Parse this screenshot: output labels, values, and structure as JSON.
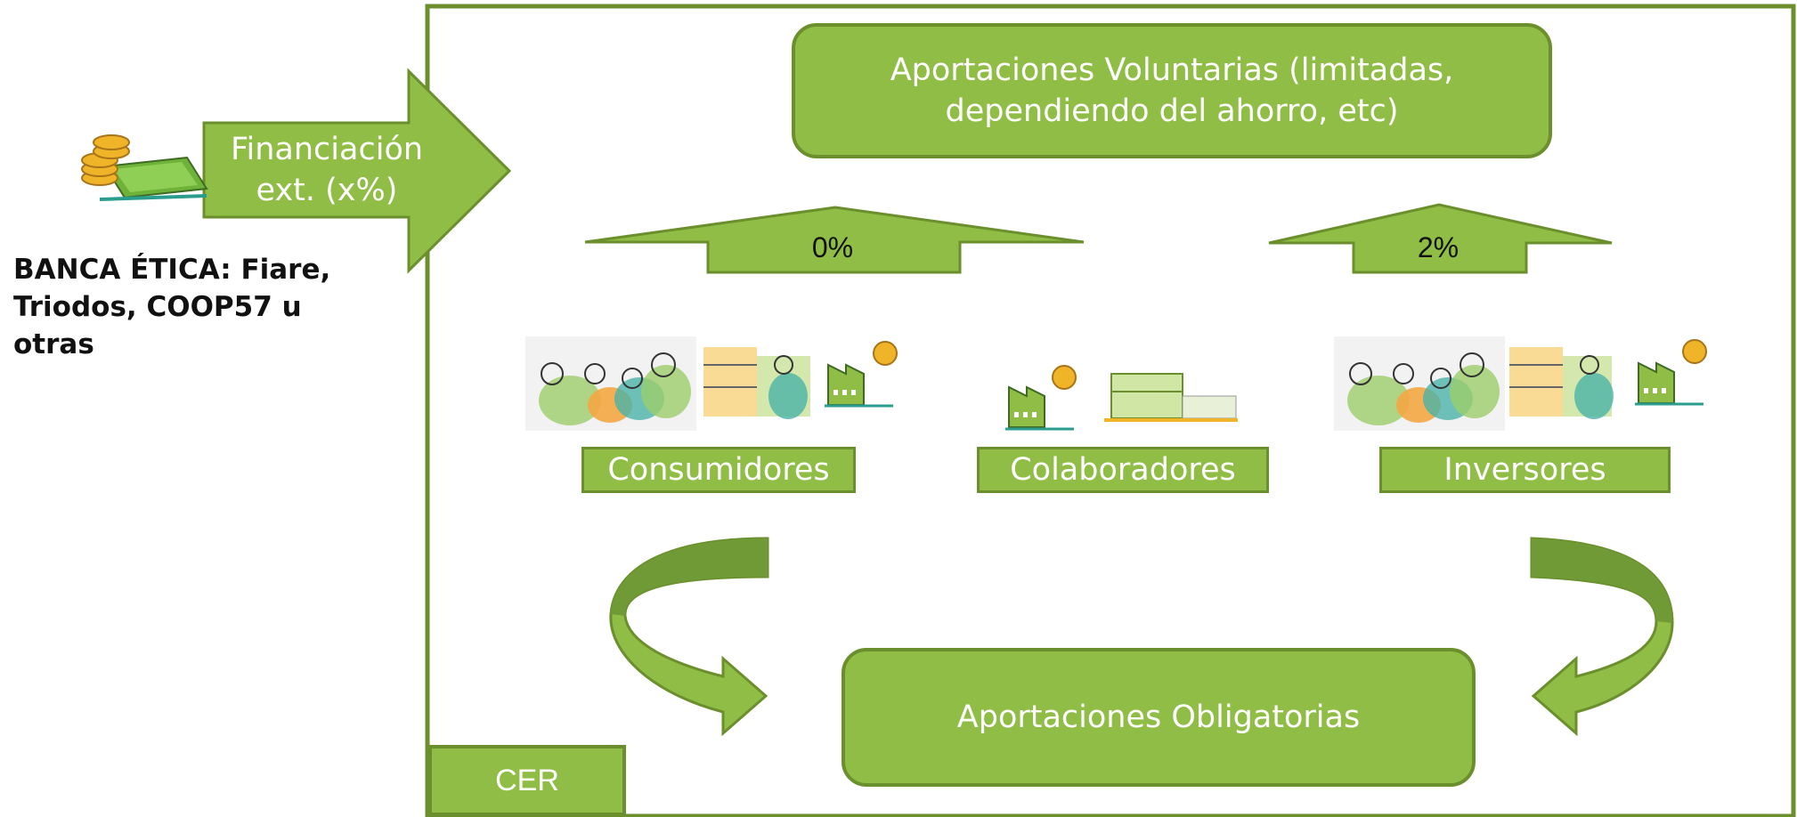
{
  "source": {
    "label_line1": "Financiación",
    "label_line2": "ext. (x%)",
    "banks_text": "BANCA ÉTICA: Fiare, Triodos, COOP57 u otras"
  },
  "top_box": {
    "line1": "Aportaciones Voluntarias (limitadas,",
    "line2": "dependiendo del ahorro, etc)"
  },
  "bottom_box": {
    "label": "Aportaciones Obligatorias"
  },
  "up_arrows": [
    {
      "label": "0%"
    },
    {
      "label": "2%"
    }
  ],
  "groups": [
    {
      "label": "Consumidores",
      "icons": [
        "people-icon",
        "street-icon",
        "factory-sun-icon"
      ]
    },
    {
      "label": "Colaboradores",
      "icons": [
        "factory-sun-icon",
        "building-icon"
      ]
    },
    {
      "label": "Inversores",
      "icons": [
        "people-icon",
        "street-icon",
        "factory-sun-icon"
      ]
    }
  ],
  "frame": {
    "label": "CER"
  },
  "colors": {
    "fill": "#8fbd45",
    "stroke": "#6a8f2c",
    "dark_fill": "#6f9a35",
    "coin": "#f0b428",
    "teal": "#2a9d8f"
  }
}
